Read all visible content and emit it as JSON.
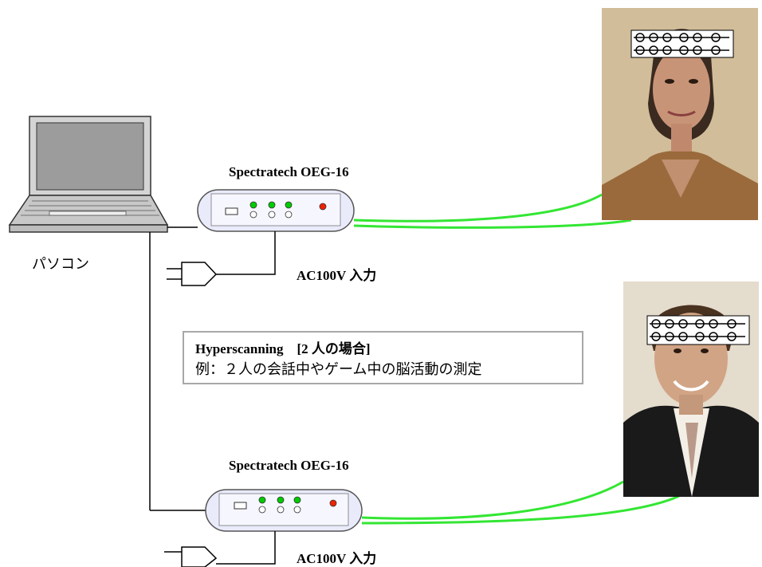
{
  "device1": {
    "title": "Spectratech OEG-16",
    "power_label": "AC100V 入力"
  },
  "device2": {
    "title": "Spectratech OEG-16",
    "power_label": "AC100V 入力"
  },
  "pc": {
    "label": "パソコン"
  },
  "info": {
    "line1": "Hyperscanning　[2 人の場合]",
    "line2": "例：２人の会話中やゲーム中の脳活動の測定"
  },
  "colors": {
    "fiber": "#33e633",
    "device_face": "#eef0ff",
    "led_green": "#00cc00",
    "led_red": "#ee2200"
  }
}
